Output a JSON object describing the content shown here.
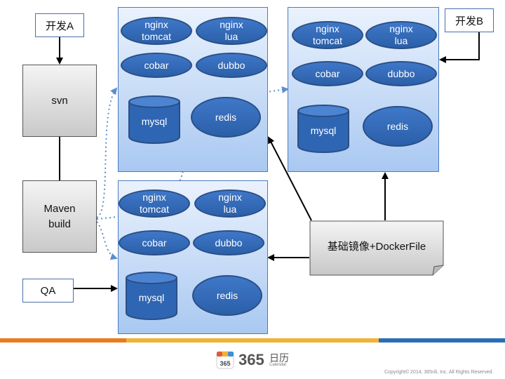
{
  "nodes": {
    "dev_a": "开发A",
    "dev_b": "开发B",
    "svn": "svn",
    "maven": [
      "Maven",
      "build"
    ],
    "qa": "QA",
    "base_image": "基础镜像+DockerFile"
  },
  "server_a": {
    "nginx_tomcat": [
      "nginx",
      "tomcat"
    ],
    "nginx_lua": [
      "nginx",
      "lua"
    ],
    "cobar": "cobar",
    "dubbo": "dubbo",
    "mysql": "mysql",
    "redis": "redis"
  },
  "server_b": {
    "nginx_tomcat": [
      "nginx",
      "tomcat"
    ],
    "nginx_lua": [
      "nginx",
      "lua"
    ],
    "cobar": "cobar",
    "dubbo": "dubbo",
    "mysql": "mysql",
    "redis": "redis"
  },
  "server_qa": {
    "nginx_tomcat": [
      "nginx",
      "tomcat"
    ],
    "nginx_lua": [
      "nginx",
      "lua"
    ],
    "cobar": "cobar",
    "dubbo": "dubbo",
    "mysql": "mysql",
    "redis": "redis"
  },
  "footer": {
    "logo_number": "365",
    "logo_badge": "365",
    "logo_cn": "日历",
    "logo_en": "Calendar",
    "copyright": "Copyright© 2014, 365rili, Inc. All Rights Reserved."
  },
  "colors": {
    "server_fill": "#a9c8f1",
    "component_fill": "#2b5fa8",
    "footer_orange": "#e87c1e",
    "footer_yellow": "#f2b234",
    "footer_blue": "#2a6fb5"
  }
}
